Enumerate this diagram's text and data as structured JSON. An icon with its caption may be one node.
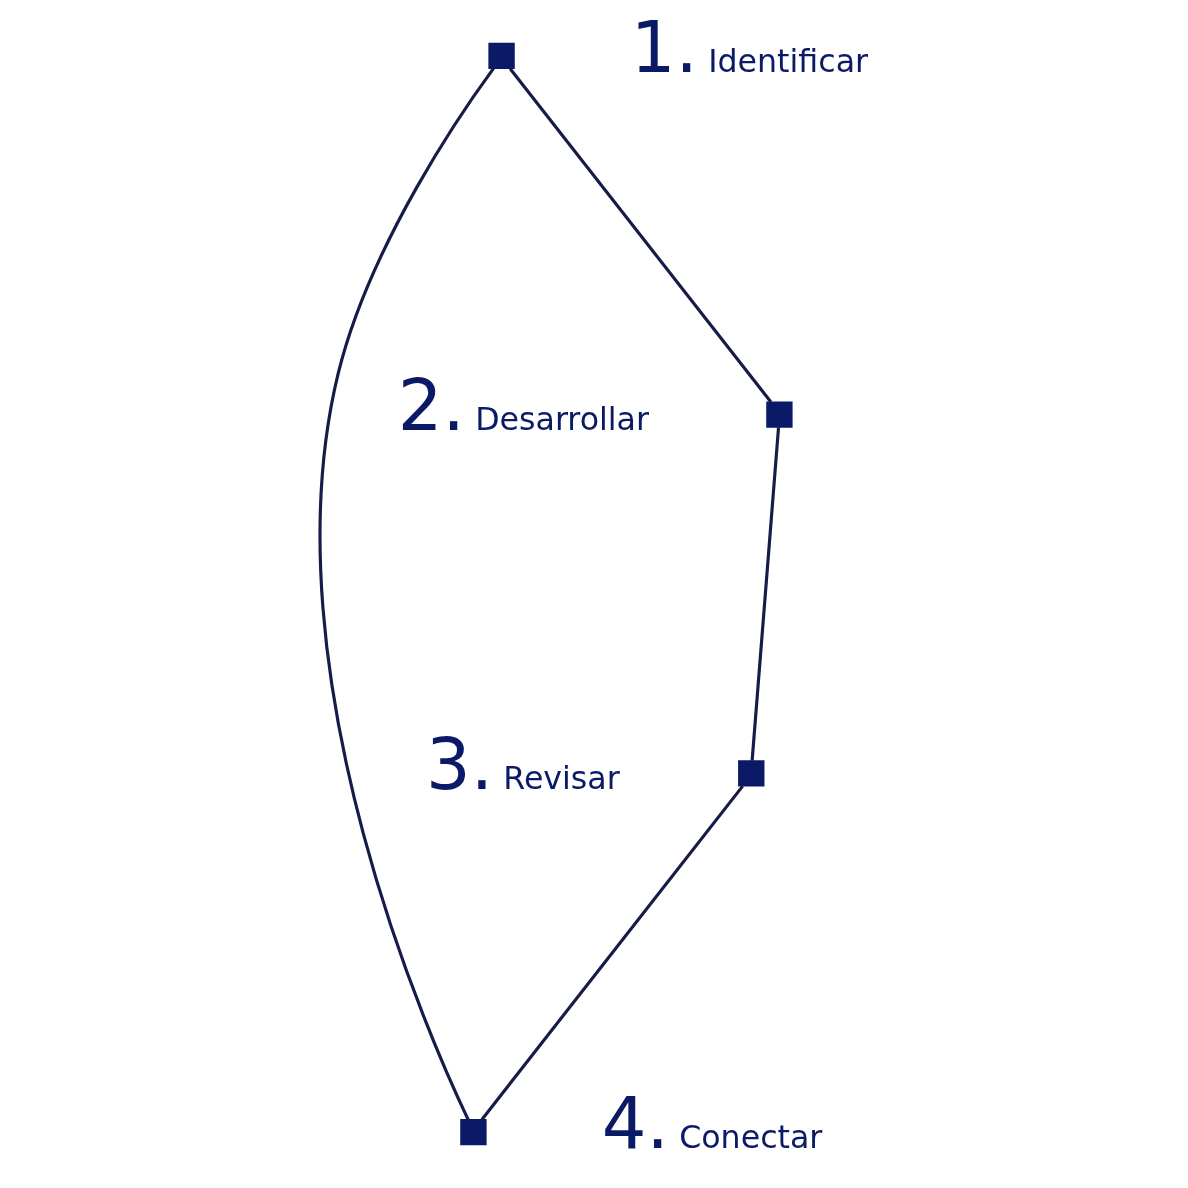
{
  "diagram": {
    "nodes": [
      {
        "text": [],
        "shape": "box",
        "beside": [
          "1.",
          "Identificar"
        ]
      },
      {
        "text": [],
        "shape": "box",
        "beside": [
          "2.",
          "Desarrollar"
        ]
      },
      {
        "text": [],
        "shape": "box",
        "beside": [
          "3.",
          "Revisar"
        ]
      },
      {
        "text": [],
        "shape": "box",
        "beside": [
          "4.",
          "Conectar"
        ]
      }
    ],
    "edges": [
      {
        "from": 0,
        "to": 1,
        "arrow": "none"
      },
      {
        "from": 1,
        "to": 2,
        "arrow": "none"
      },
      {
        "from": 2,
        "to": 3,
        "arrow": "none"
      },
      {
        "from": 0,
        "to": 3,
        "arrow": "none"
      }
    ]
  }
}
